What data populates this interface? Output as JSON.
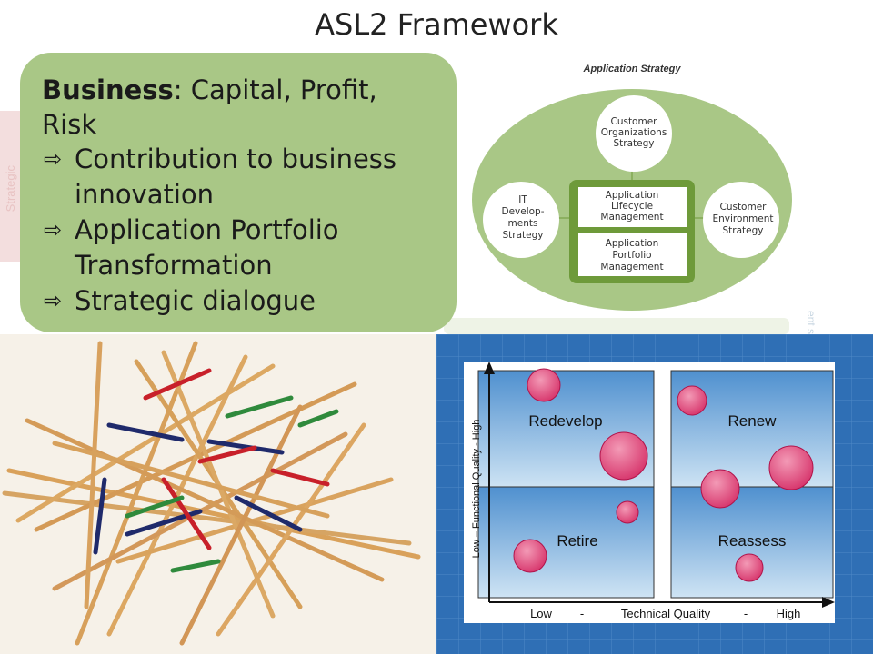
{
  "slide": {
    "title": "ASL2 Framework",
    "faint_left_text": "Strategic",
    "faint_right_text": "ent s"
  },
  "callout": {
    "heading_bold": "Business",
    "heading_rest": ": Capital, Profit, Risk",
    "bullet_icon": "hollow-right-arrow-icon",
    "bullets": [
      "Contribution to business innovation",
      "Application Portfolio Transformation",
      "Strategic dialogue"
    ]
  },
  "strategy_diagram": {
    "title": "Application Strategy",
    "nodes": {
      "top": [
        "Customer",
        "Organizations",
        "Strategy"
      ],
      "left": [
        "IT",
        "Develop-",
        "ments",
        "Strategy"
      ],
      "right": [
        "Customer",
        "Environment",
        "Strategy"
      ],
      "center_top": [
        "Application",
        "Lifecycle",
        "Management"
      ],
      "center_bottom": [
        "Application",
        "Portfolio",
        "Management"
      ]
    },
    "colors": {
      "ellipse": "#a9c786",
      "frame": "#6e9a3a",
      "node": "#ffffff"
    }
  },
  "pickup_sticks_image": {
    "description_icon": "pickup-sticks-image"
  },
  "portfolio_matrix": {
    "quadrants": {
      "top_left": "Redevelop",
      "top_right": "Renew",
      "bottom_left": "Retire",
      "bottom_right": "Reassess"
    },
    "y_axis_label": "Low  –  Functional Quality  -  High",
    "x_axis": {
      "low": "Low",
      "dash1": "-",
      "middle": "Technical Quality",
      "dash2": "-",
      "high": "High"
    },
    "colors": {
      "bubble": "#e0527a",
      "quadrant": "#6aa6dc",
      "background": "#2f6fb5"
    }
  }
}
